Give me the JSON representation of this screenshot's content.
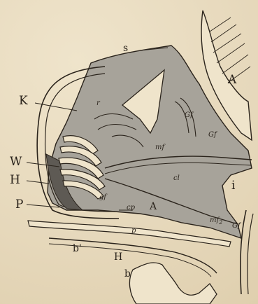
{
  "figure": {
    "labels": {
      "s": "s",
      "A_top": "A",
      "K": "K",
      "W": "W",
      "H_left": "H",
      "P": "P",
      "i": "i",
      "Gf_upper1": "Gf",
      "Gf_upper2": "Gf",
      "Gf_lower": "Gf",
      "r": "r",
      "mf": "mf",
      "cl": "cl",
      "gf": "gf",
      "cp": "cp",
      "A_lower": "A",
      "p": "p",
      "bprime": "b'",
      "H_lower": "H",
      "b": "b",
      "mf2": "mf",
      "mf2_sup": "2"
    },
    "colors": {
      "paper": "#e8dcc0",
      "tissue": "#a7a39a",
      "tissue_dark": "#8f8b82",
      "stroke": "#2b241c",
      "cavity": "#efe4cb"
    }
  }
}
